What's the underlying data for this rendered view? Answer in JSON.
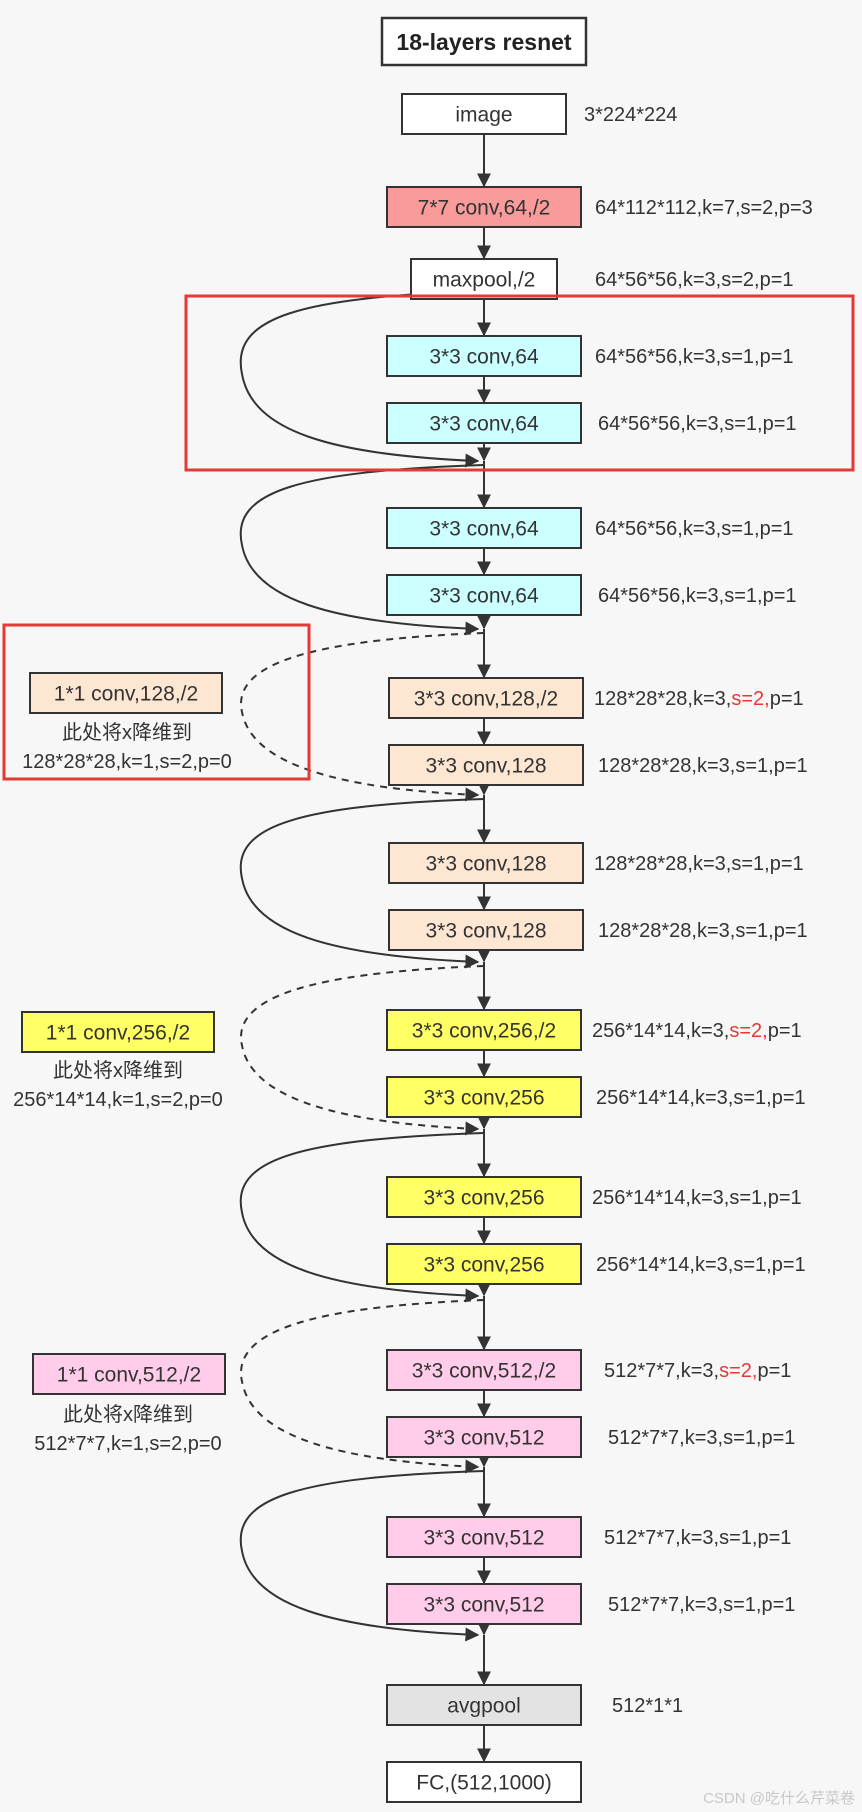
{
  "title": "18-layers resnet",
  "colors": {
    "conv1": "#f99b9b",
    "stage64": "#ccffff",
    "stage128": "#fde6d2",
    "stage256": "#ffff66",
    "stage512": "#ffccea",
    "pool": "#e3e3e3",
    "plain": "#ffffff",
    "highlight": "#e53935",
    "line": "#333333"
  },
  "nodes": [
    {
      "id": "image",
      "label": "image",
      "color": "plain",
      "annotation": "3*224*224"
    },
    {
      "id": "conv1",
      "label": "7*7 conv,64,/2",
      "color": "conv1",
      "annotation": "64*112*112,k=7,s=2,p=3"
    },
    {
      "id": "maxpool",
      "label": "maxpool,/2",
      "color": "plain",
      "annotation": "64*56*56,k=3,s=2,p=1"
    },
    {
      "id": "c64a",
      "label": "3*3 conv,64",
      "color": "stage64",
      "annotation": "64*56*56,k=3,s=1,p=1"
    },
    {
      "id": "c64b",
      "label": "3*3 conv,64",
      "color": "stage64",
      "annotation": "64*56*56,k=3,s=1,p=1"
    },
    {
      "id": "c64c",
      "label": "3*3 conv,64",
      "color": "stage64",
      "annotation": "64*56*56,k=3,s=1,p=1"
    },
    {
      "id": "c64d",
      "label": "3*3 conv,64",
      "color": "stage64",
      "annotation": "64*56*56,k=3,s=1,p=1"
    },
    {
      "id": "c128a",
      "label": "3*3 conv,128,/2",
      "color": "stage128",
      "annotation_parts": [
        "128*28*28,k=3,",
        "s=2,",
        "p=1"
      ]
    },
    {
      "id": "c128b",
      "label": "3*3 conv,128",
      "color": "stage128",
      "annotation": "128*28*28,k=3,s=1,p=1"
    },
    {
      "id": "c128c",
      "label": "3*3 conv,128",
      "color": "stage128",
      "annotation": "128*28*28,k=3,s=1,p=1"
    },
    {
      "id": "c128d",
      "label": "3*3 conv,128",
      "color": "stage128",
      "annotation": "128*28*28,k=3,s=1,p=1"
    },
    {
      "id": "c256a",
      "label": "3*3 conv,256,/2",
      "color": "stage256",
      "annotation_parts": [
        "256*14*14,k=3,",
        "s=2,",
        "p=1"
      ]
    },
    {
      "id": "c256b",
      "label": "3*3 conv,256",
      "color": "stage256",
      "annotation": "256*14*14,k=3,s=1,p=1"
    },
    {
      "id": "c256c",
      "label": "3*3 conv,256",
      "color": "stage256",
      "annotation": "256*14*14,k=3,s=1,p=1"
    },
    {
      "id": "c256d",
      "label": "3*3 conv,256",
      "color": "stage256",
      "annotation": "256*14*14,k=3,s=1,p=1"
    },
    {
      "id": "c512a",
      "label": "3*3 conv,512,/2",
      "color": "stage512",
      "annotation_parts": [
        "512*7*7,k=3,",
        "s=2,",
        "p=1"
      ]
    },
    {
      "id": "c512b",
      "label": "3*3 conv,512",
      "color": "stage512",
      "annotation": "512*7*7,k=3,s=1,p=1"
    },
    {
      "id": "c512c",
      "label": "3*3 conv,512",
      "color": "stage512",
      "annotation": "512*7*7,k=3,s=1,p=1"
    },
    {
      "id": "c512d",
      "label": "3*3 conv,512",
      "color": "stage512",
      "annotation": "512*7*7,k=3,s=1,p=1"
    },
    {
      "id": "avgpool",
      "label": "avgpool",
      "color": "pool",
      "annotation": "512*1*1"
    },
    {
      "id": "fc",
      "label": "FC,(512,1000)",
      "color": "plain",
      "annotation": ""
    }
  ],
  "side_boxes": [
    {
      "id": "down128",
      "label": "1*1 conv,128,/2",
      "color": "stage128",
      "note_lines": [
        "此处将x降维到",
        "128*28*28,k=1,s=2,p=0"
      ]
    },
    {
      "id": "down256",
      "label": "1*1 conv,256,/2",
      "color": "stage256",
      "note_lines": [
        "此处将x降维到",
        "256*14*14,k=1,s=2,p=0"
      ]
    },
    {
      "id": "down512",
      "label": "1*1 conv,512,/2",
      "color": "stage512",
      "note_lines": [
        "此处将x降维到",
        "512*7*7,k=1,s=2,p=0"
      ]
    }
  ],
  "skip_connections": [
    {
      "kind": "identity"
    },
    {
      "kind": "identity"
    },
    {
      "kind": "projection"
    },
    {
      "kind": "identity"
    },
    {
      "kind": "projection"
    },
    {
      "kind": "identity"
    },
    {
      "kind": "projection"
    },
    {
      "kind": "identity"
    }
  ],
  "watermark": "CSDN @吃什么芹菜卷"
}
